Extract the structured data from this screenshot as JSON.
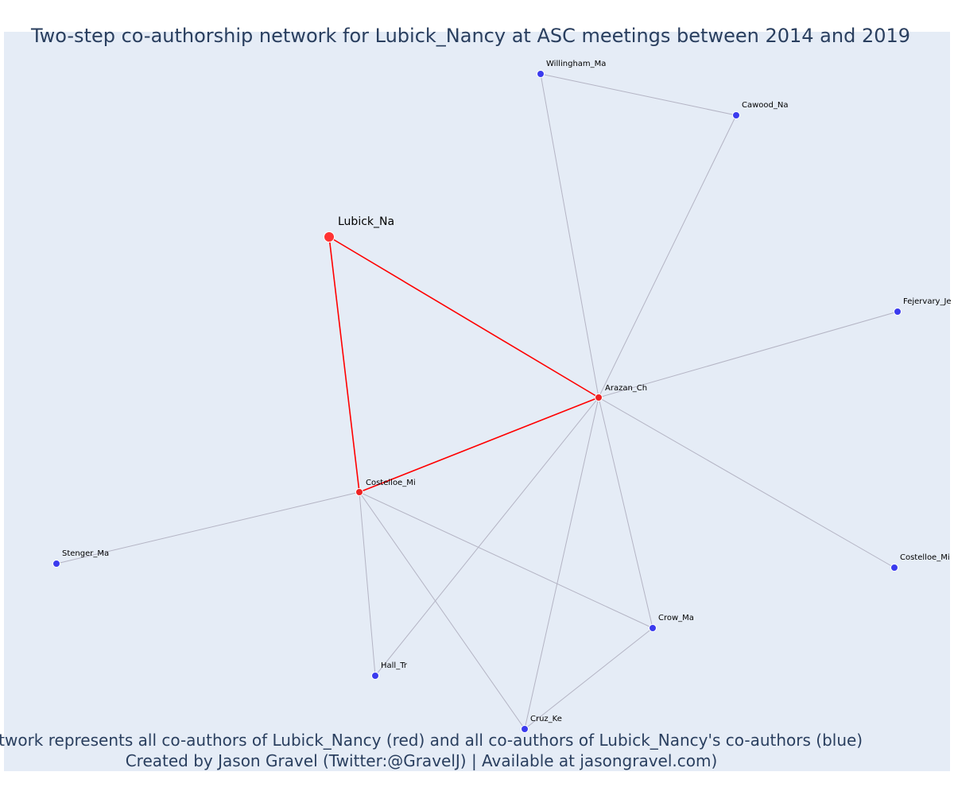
{
  "title": "Two-step co-authorship network for Lubick_Nancy at ASC meetings between 2014 and 2019",
  "caption": {
    "line1": "Network represents all co-authors of Lubick_Nancy (red) and all co-authors of Lubick_Nancy's co-authors (blue)",
    "line2": "Created by Jason Gravel (Twitter:@GravelJ) | Available at jasongravel.com)"
  },
  "colors": {
    "background": "#e5ecf6",
    "focal_node": "#ff3333",
    "coauthor_node": "#ee2222",
    "second_step_node": "#3b3bee",
    "red_edge": "#ff0000",
    "grey_edge": "#b4b4c4",
    "text": "#2a3f5f"
  },
  "nodes": [
    {
      "id": "lubick",
      "label": "Lubick_Na",
      "group": "focal"
    },
    {
      "id": "arazan",
      "label": "Arazan_Ch",
      "group": "coauthor"
    },
    {
      "id": "costelloe1",
      "label": "Costelloe_Mi",
      "group": "coauthor"
    },
    {
      "id": "willingham",
      "label": "Willingham_Ma",
      "group": "second"
    },
    {
      "id": "cawood",
      "label": "Cawood_Na",
      "group": "second"
    },
    {
      "id": "fejervary",
      "label": "Fejervary_Je",
      "group": "second"
    },
    {
      "id": "costelloe2",
      "label": "Costelloe_Mi",
      "group": "second"
    },
    {
      "id": "stenger",
      "label": "Stenger_Ma",
      "group": "second"
    },
    {
      "id": "crow",
      "label": "Crow_Ma",
      "group": "second"
    },
    {
      "id": "hall",
      "label": "Hall_Tr",
      "group": "second"
    },
    {
      "id": "cruz",
      "label": "Cruz_Ke",
      "group": "second"
    }
  ],
  "edges": [
    {
      "source": "lubick",
      "target": "arazan",
      "type": "red"
    },
    {
      "source": "lubick",
      "target": "costelloe1",
      "type": "red"
    },
    {
      "source": "costelloe1",
      "target": "arazan",
      "type": "red"
    },
    {
      "source": "willingham",
      "target": "cawood",
      "type": "grey"
    },
    {
      "source": "willingham",
      "target": "arazan",
      "type": "grey"
    },
    {
      "source": "cawood",
      "target": "arazan",
      "type": "grey"
    },
    {
      "source": "fejervary",
      "target": "arazan",
      "type": "grey"
    },
    {
      "source": "costelloe2",
      "target": "arazan",
      "type": "grey"
    },
    {
      "source": "crow",
      "target": "arazan",
      "type": "grey"
    },
    {
      "source": "hall",
      "target": "arazan",
      "type": "grey"
    },
    {
      "source": "cruz",
      "target": "arazan",
      "type": "grey"
    },
    {
      "source": "stenger",
      "target": "costelloe1",
      "type": "grey"
    },
    {
      "source": "hall",
      "target": "costelloe1",
      "type": "grey"
    },
    {
      "source": "cruz",
      "target": "costelloe1",
      "type": "grey"
    },
    {
      "source": "crow",
      "target": "costelloe1",
      "type": "grey"
    },
    {
      "source": "cruz",
      "target": "crow",
      "type": "grey"
    }
  ]
}
